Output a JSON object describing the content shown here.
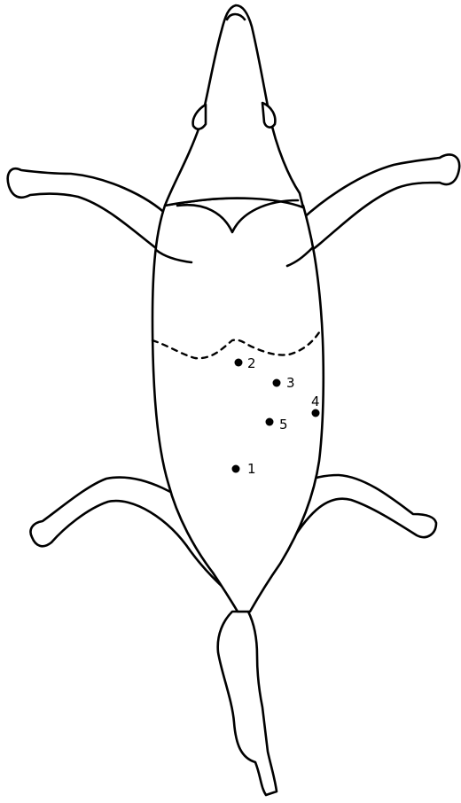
{
  "diagram": {
    "sites": [
      {
        "id": "site-1",
        "label": "1"
      },
      {
        "id": "site-2",
        "label": "2"
      },
      {
        "id": "site-3",
        "label": "3"
      },
      {
        "id": "site-4",
        "label": "4"
      },
      {
        "id": "site-5",
        "label": "5"
      }
    ]
  }
}
